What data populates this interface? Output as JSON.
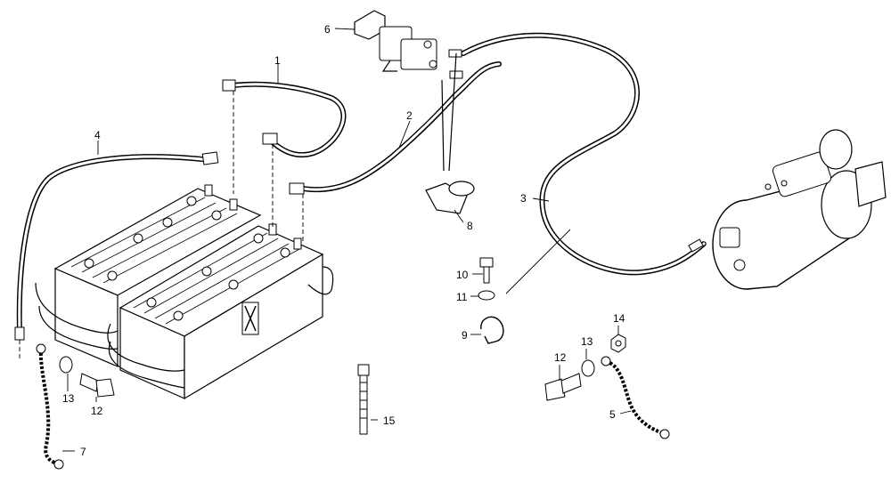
{
  "callouts": [
    {
      "id": "1",
      "text": "1"
    },
    {
      "id": "2",
      "text": "2"
    },
    {
      "id": "3",
      "text": "3"
    },
    {
      "id": "4",
      "text": "4"
    },
    {
      "id": "5",
      "text": "5"
    },
    {
      "id": "6",
      "text": "6"
    },
    {
      "id": "7",
      "text": "7"
    },
    {
      "id": "8",
      "text": "8"
    },
    {
      "id": "9",
      "text": "9"
    },
    {
      "id": "10",
      "text": "10"
    },
    {
      "id": "11",
      "text": "11"
    },
    {
      "id": "12a",
      "text": "12"
    },
    {
      "id": "12b",
      "text": "12"
    },
    {
      "id": "13a",
      "text": "13"
    },
    {
      "id": "13b",
      "text": "13"
    },
    {
      "id": "14",
      "text": "14"
    },
    {
      "id": "15",
      "text": "15"
    }
  ]
}
